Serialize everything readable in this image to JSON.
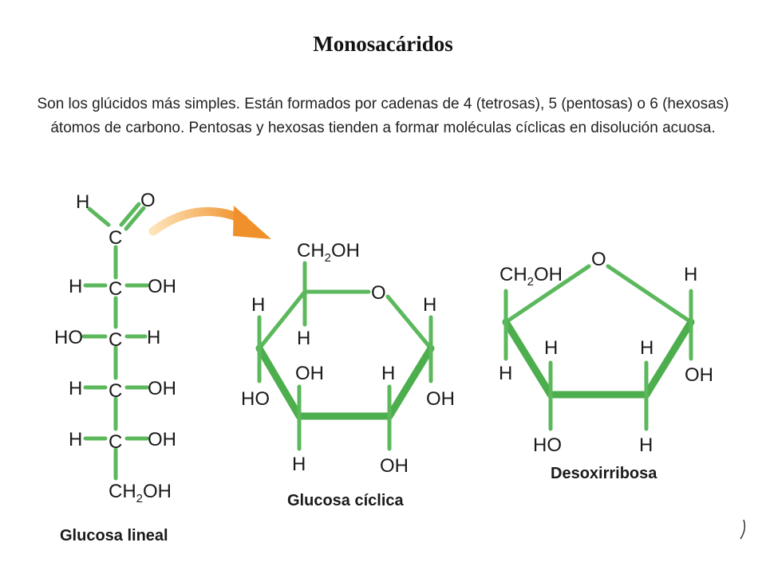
{
  "title": "Monosacáridos",
  "description": {
    "line1": "Son los glúcidos más simples. Están formados por cadenas de 4 (tetrosas), 5 (pentosas) o 6 (hexosas)",
    "line2": "átomos de carbono. Pentosas y hexosas tienden a formar moléculas cíclicas en disolución acuosa."
  },
  "atoms": {
    "H": "H",
    "O": "O",
    "C": "C",
    "OH": "OH",
    "HO": "HO",
    "CH2OH_prefix": "CH",
    "CH2OH_sub": "2",
    "CH2OH_suffix": "OH"
  },
  "captions": {
    "linear": "Glucosa lineal",
    "cyclic": "Glucosa cíclica",
    "deoxy": "Desoxirribosa"
  },
  "colors": {
    "bond": "#5cb85c",
    "arrow": "#f0902a",
    "text": "#1a1a1a"
  }
}
